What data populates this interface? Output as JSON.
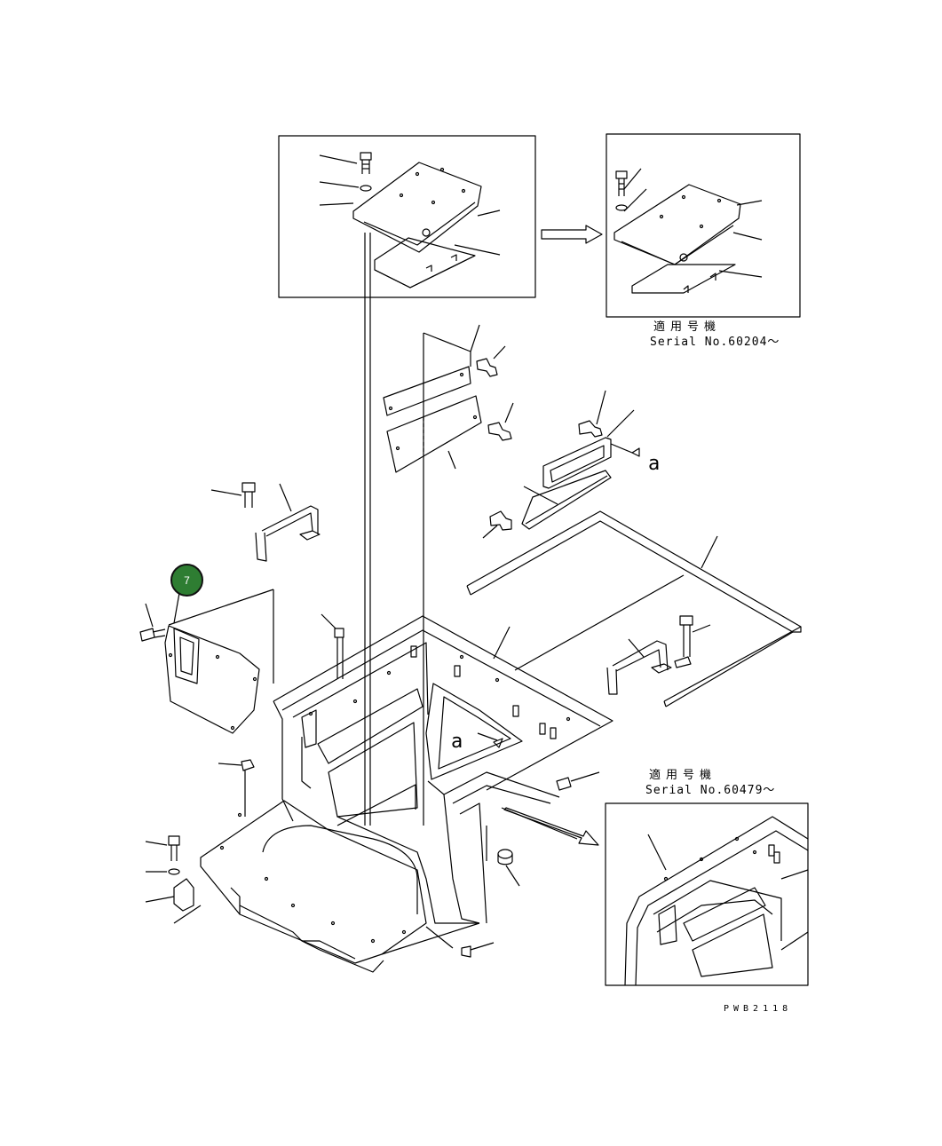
{
  "labels": {
    "serial_top_ja": "適用号機",
    "serial_top_no": "Serial No.60204～",
    "serial_bottom_ja": "適用号機",
    "serial_bottom_no": "Serial No.60479～",
    "drawing_code": "PWB2118",
    "view_marker_1": "a",
    "view_marker_2": "a"
  },
  "callouts": [
    {
      "id": "callout-7",
      "text": "7",
      "color": "#2e7d32"
    }
  ],
  "colors": {
    "line": "#000000",
    "background": "#ffffff",
    "callout": "#2e7d32"
  }
}
